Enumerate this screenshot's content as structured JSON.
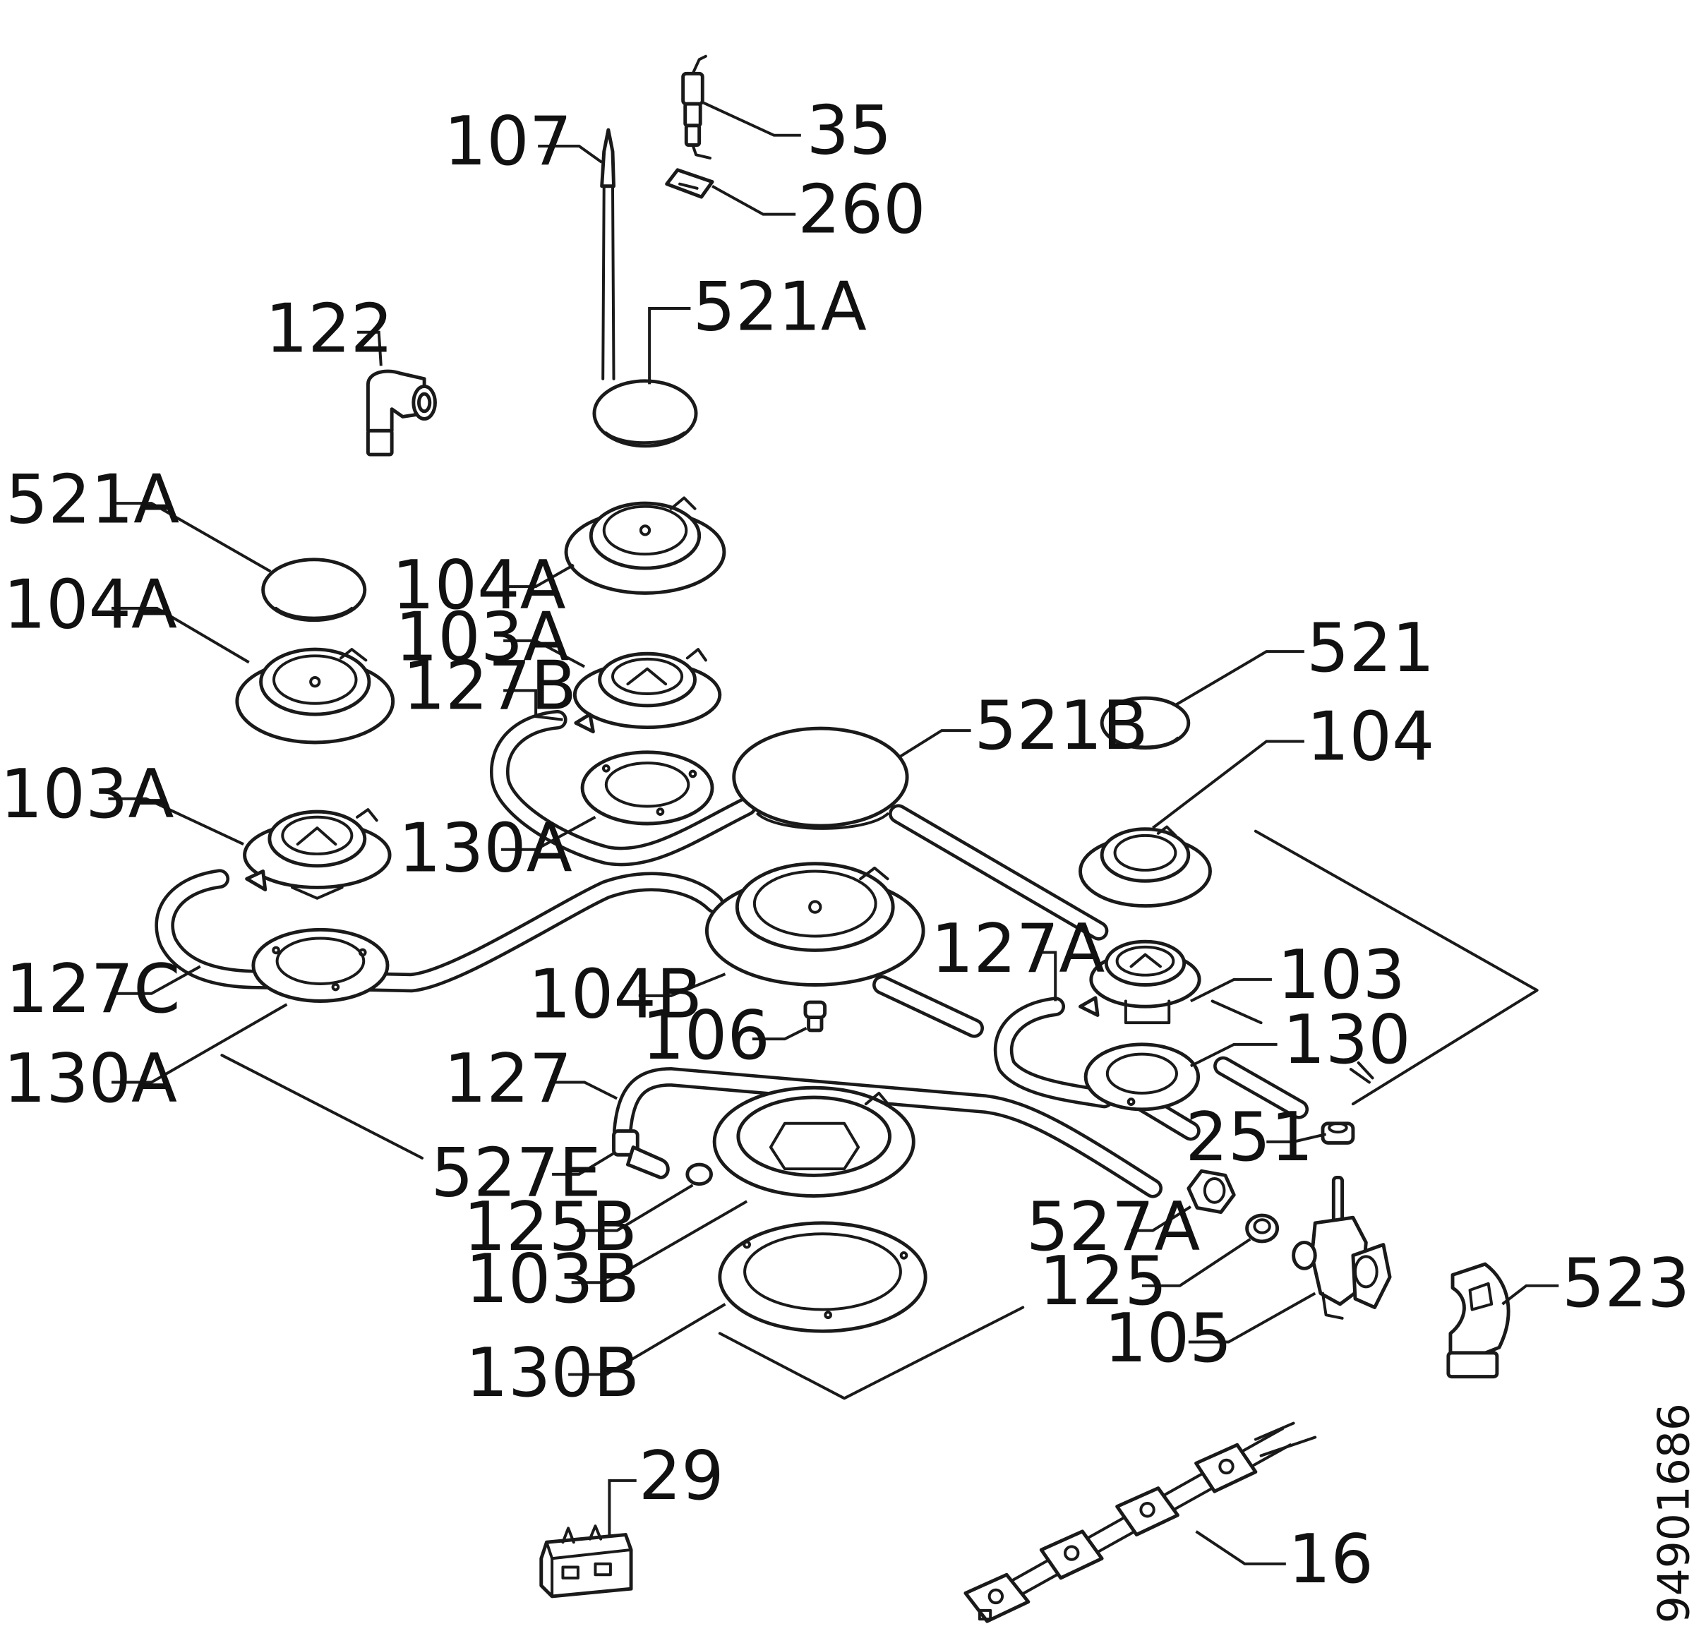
{
  "document_number": "94901686",
  "labels": {
    "l107": "107",
    "l35": "35",
    "l260": "260",
    "l122": "122",
    "l521A_top": "521A",
    "l521A_left": "521A",
    "l104A_top": "104A",
    "l104A_left": "104A",
    "l103A_mid": "103A",
    "l127B": "127B",
    "l521": "521",
    "l521B": "521B",
    "l104": "104",
    "l103A_left": "103A",
    "l130A_mid": "130A",
    "l127A": "127A",
    "l103": "103",
    "l127C": "127C",
    "l104B": "104B",
    "l106": "106",
    "l130": "130",
    "l130A_left": "130A",
    "l127": "127",
    "l251": "251",
    "l527E": "527E",
    "l125B": "125B",
    "l527A": "527A",
    "l103B": "103B",
    "l125": "125",
    "l523": "523",
    "l105": "105",
    "l130B": "130B",
    "l29": "29",
    "l16": "16"
  }
}
